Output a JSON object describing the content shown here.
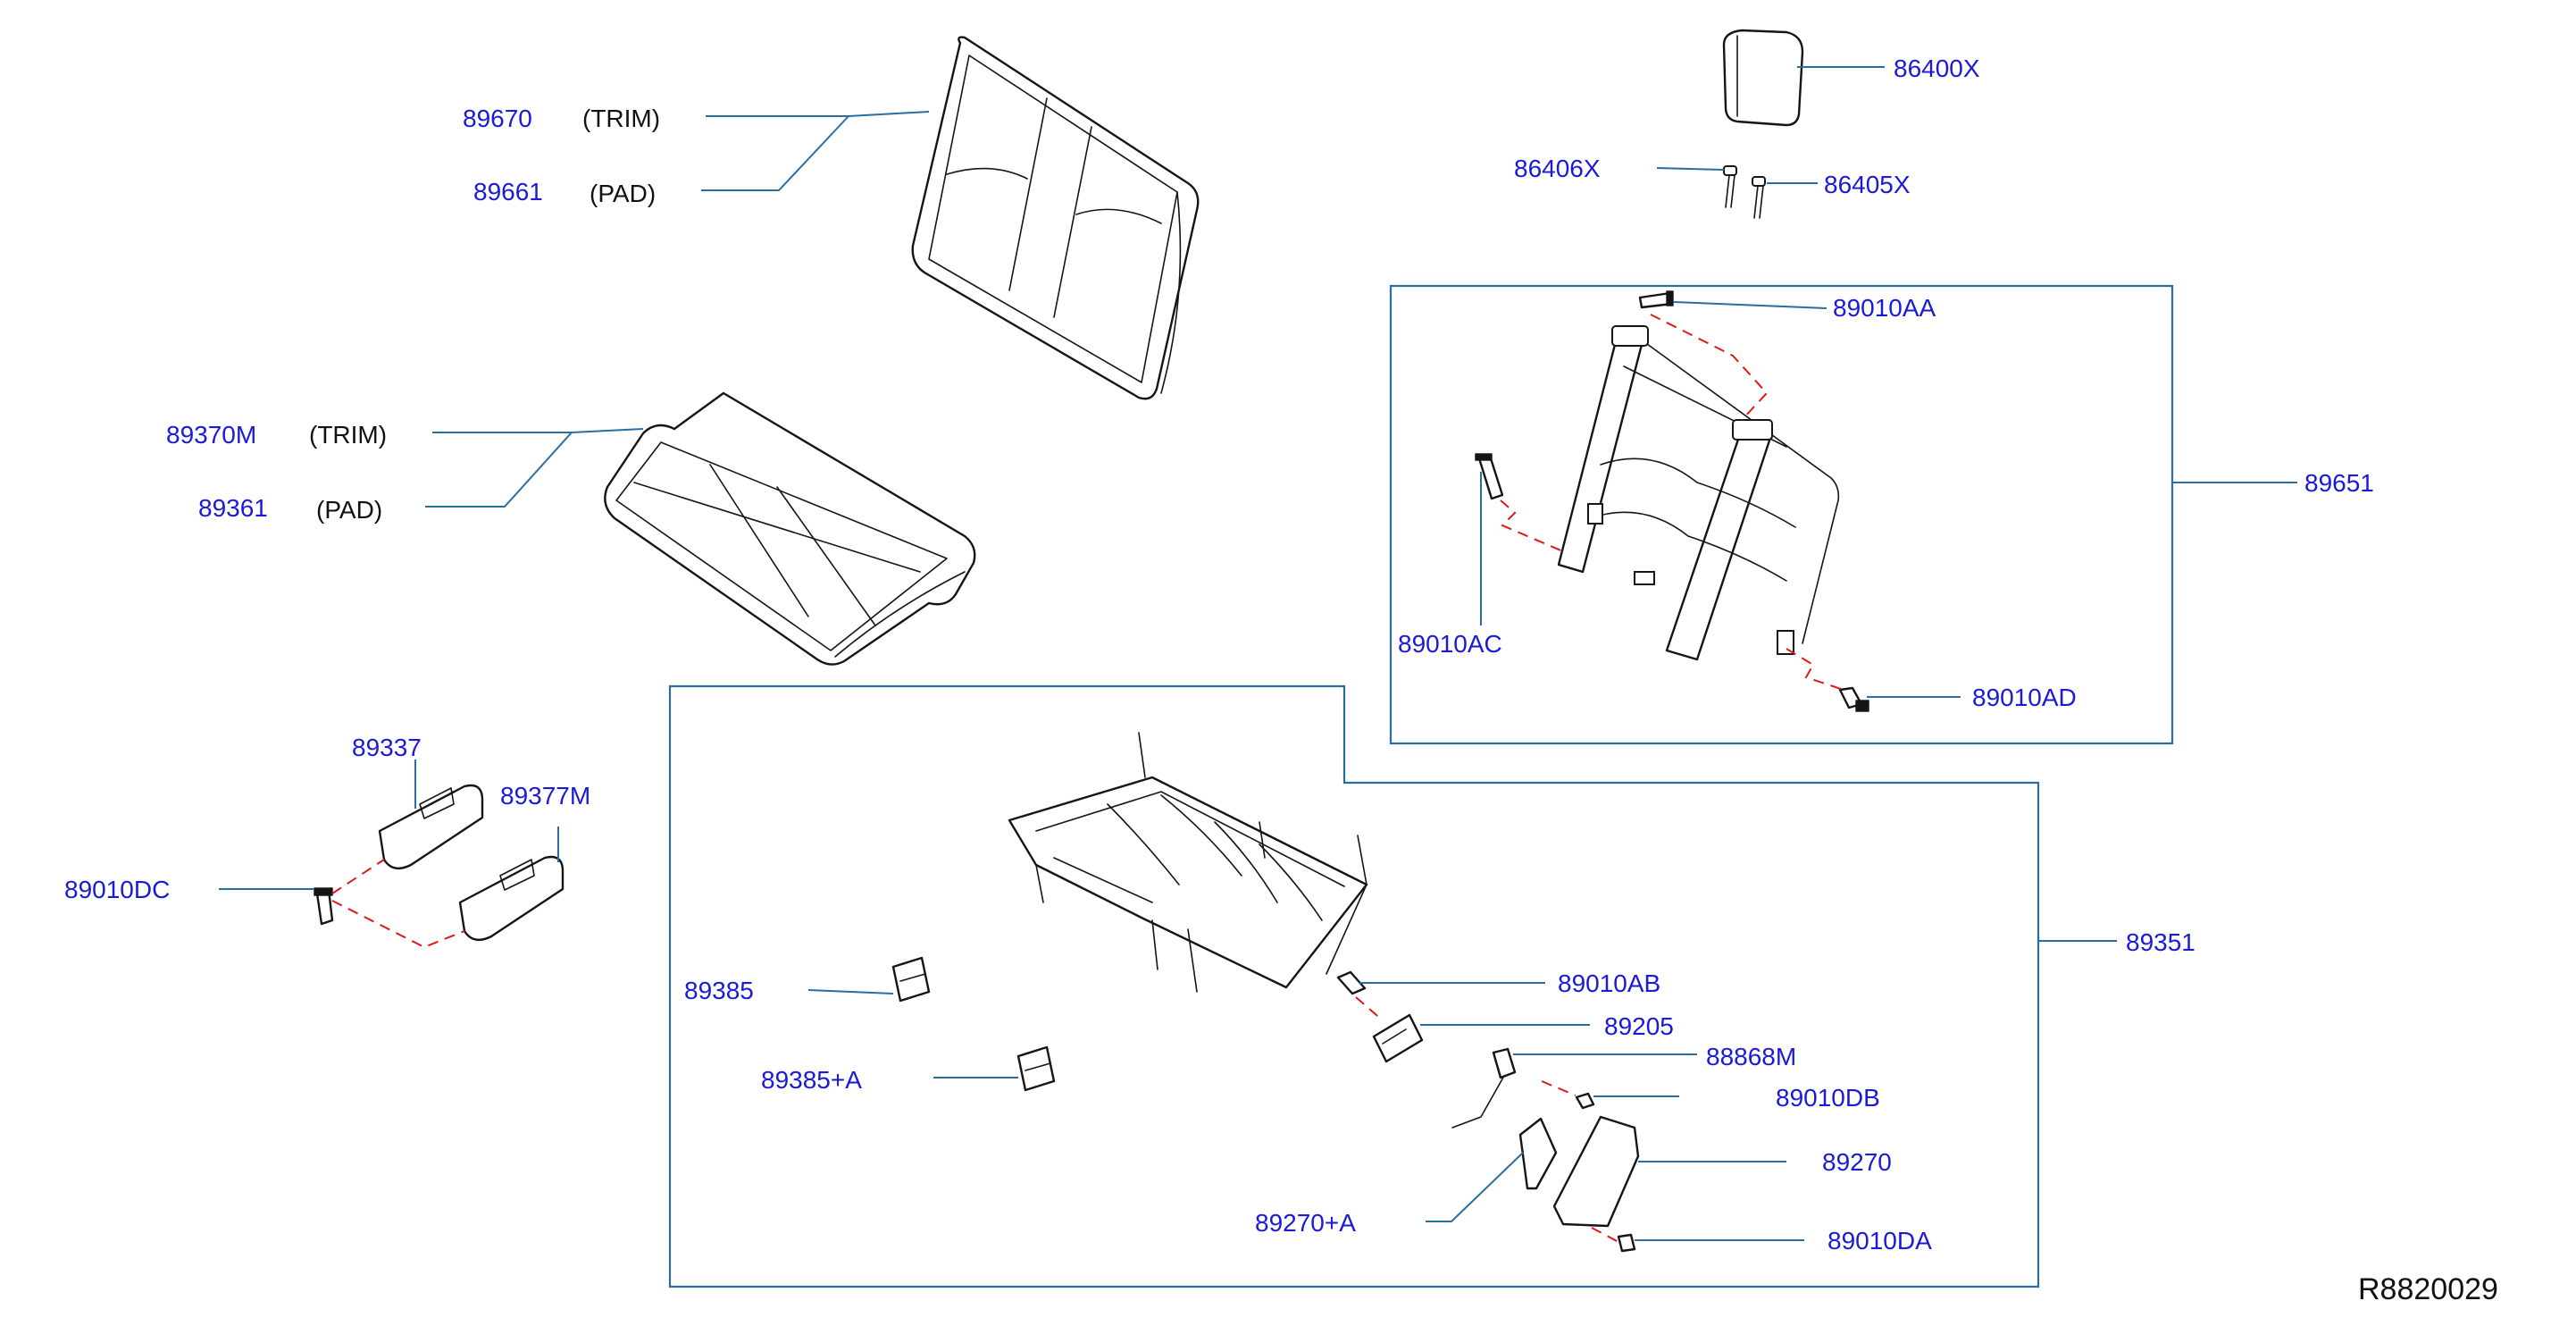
{
  "callouts": [
    {
      "id": "89670",
      "desc": "(TRIM)"
    },
    {
      "id": "89661",
      "desc": "(PAD)"
    },
    {
      "id": "89370M",
      "desc": "(TRIM)"
    },
    {
      "id": "89361",
      "desc": "(PAD)"
    },
    {
      "id": "86400X"
    },
    {
      "id": "86406X"
    },
    {
      "id": "86405X"
    },
    {
      "id": "89010AA"
    },
    {
      "id": "89651"
    },
    {
      "id": "89010AC"
    },
    {
      "id": "89010AD"
    },
    {
      "id": "89337"
    },
    {
      "id": "89377M"
    },
    {
      "id": "89010DC"
    },
    {
      "id": "89351"
    },
    {
      "id": "89385"
    },
    {
      "id": "89385+A"
    },
    {
      "id": "89010AB"
    },
    {
      "id": "89205"
    },
    {
      "id": "88868M"
    },
    {
      "id": "89010DB"
    },
    {
      "id": "89270"
    },
    {
      "id": "89270+A"
    },
    {
      "id": "89010DA"
    }
  ],
  "reference_code": "R8820029",
  "colors": {
    "part_number": "#1a1ad8",
    "leader_line": "#2a6ea0",
    "hidden_line": "#e01818",
    "outline": "#151515"
  }
}
